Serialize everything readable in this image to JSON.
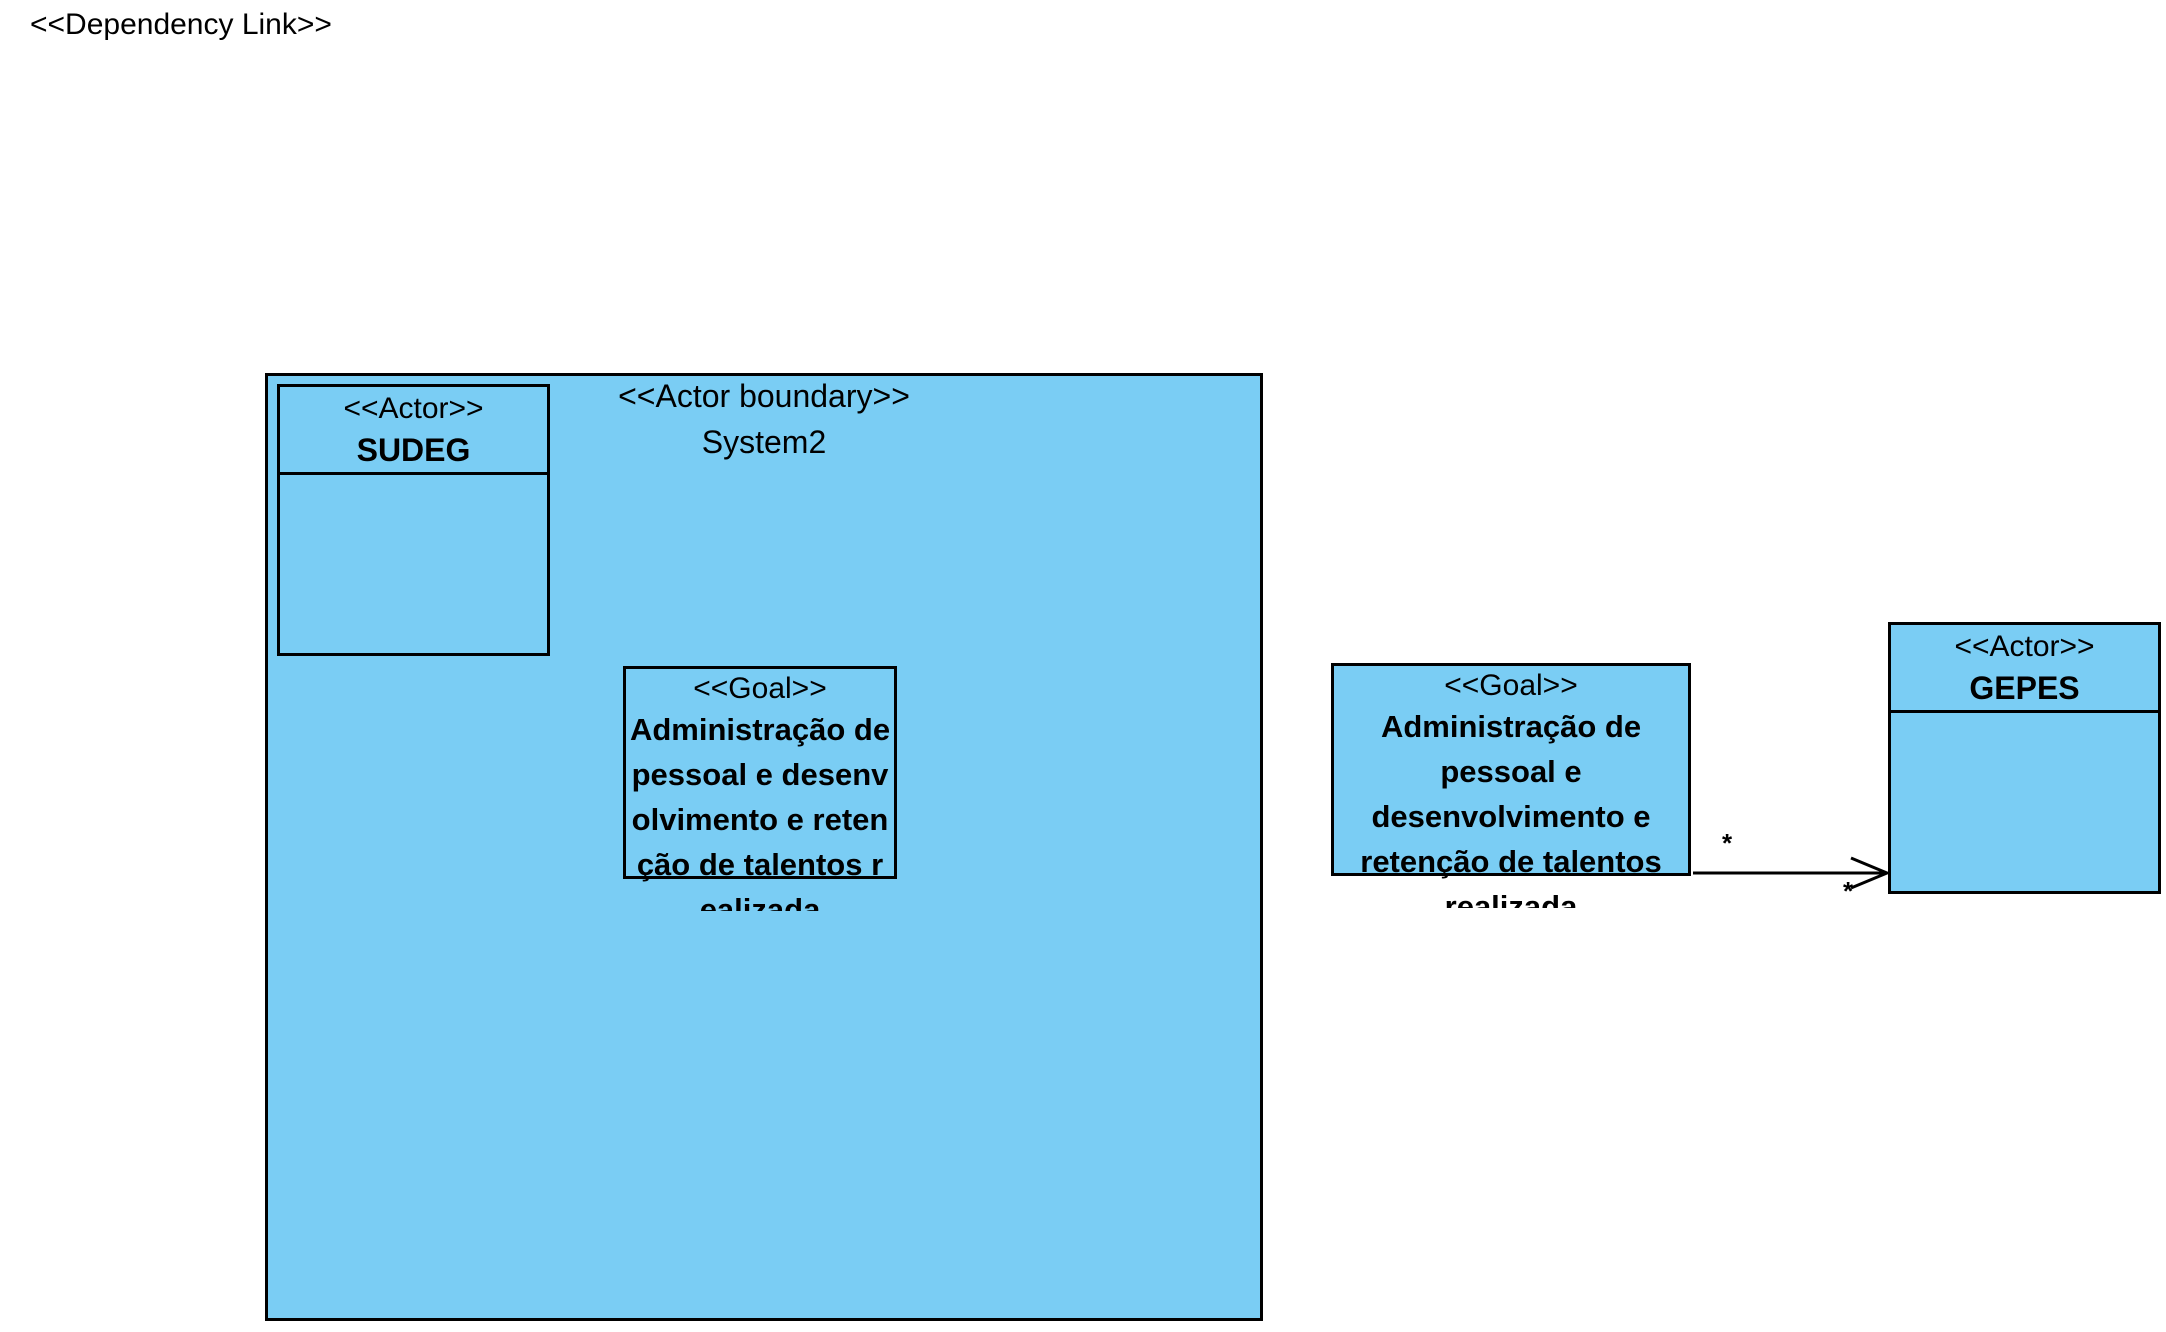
{
  "diagram": {
    "title": "<<Dependency Link>>"
  },
  "boundary": {
    "stereotype": "<<Actor boundary>>",
    "name": "System2",
    "fill_color": "#7acdf4"
  },
  "actors": [
    {
      "stereotype": "<<Actor>>",
      "name": "SUDEG"
    },
    {
      "stereotype": "<<Actor>>",
      "name": "GEPES"
    }
  ],
  "goals": [
    {
      "stereotype": "<<Goal>>",
      "name": "Administração de pessoal e desenvolvimento e retenção de talentos realizada"
    },
    {
      "stereotype": "<<Goal>>",
      "name": "Administração de pessoal e desenvolvimento e retenção de talentos realizada"
    }
  ],
  "dependency_link": {
    "source_multiplicity": "*",
    "target_multiplicity": "*",
    "arrow": "open-arrow"
  }
}
